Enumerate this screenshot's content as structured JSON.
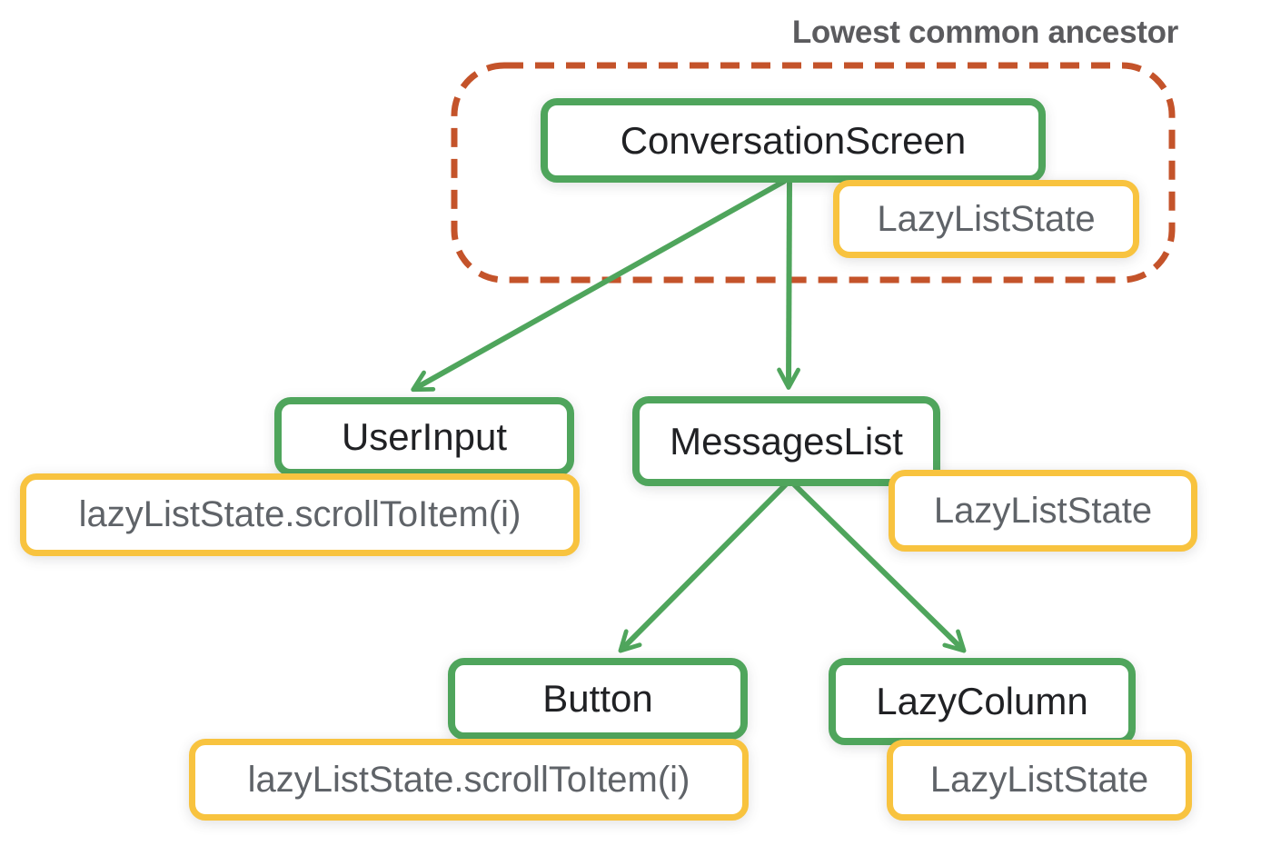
{
  "annotation": {
    "label": "Lowest common ancestor"
  },
  "colors": {
    "component_border": "#4FA55C",
    "state_border": "#F8C33F",
    "boundary_dash": "#C4532A",
    "component_text": "#202124",
    "state_text": "#5F6368",
    "annotation_text": "#5B5B5E",
    "background": "#FFFFFF"
  },
  "nodes": {
    "conversation_screen": {
      "label": "ConversationScreen",
      "type": "component"
    },
    "lazy_list_state_top": {
      "label": "LazyListState",
      "type": "state"
    },
    "user_input": {
      "label": "UserInput",
      "type": "component"
    },
    "scroll_call_user_input": {
      "label": "lazyListState.scrollToItem(i)",
      "type": "state-call"
    },
    "messages_list": {
      "label": "MessagesList",
      "type": "component"
    },
    "lazy_list_state_messages": {
      "label": "LazyListState",
      "type": "state"
    },
    "button": {
      "label": "Button",
      "type": "component"
    },
    "scroll_call_button": {
      "label": "lazyListState.scrollToItem(i)",
      "type": "state-call"
    },
    "lazy_column": {
      "label": "LazyColumn",
      "type": "component"
    },
    "lazy_list_state_lazycolumn": {
      "label": "LazyListState",
      "type": "state"
    }
  },
  "edges": [
    {
      "from": "conversation_screen",
      "to": "user_input"
    },
    {
      "from": "conversation_screen",
      "to": "messages_list"
    },
    {
      "from": "messages_list",
      "to": "button"
    },
    {
      "from": "messages_list",
      "to": "lazy_column"
    }
  ],
  "boundary": {
    "encloses": [
      "conversation_screen",
      "lazy_list_state_top"
    ]
  }
}
